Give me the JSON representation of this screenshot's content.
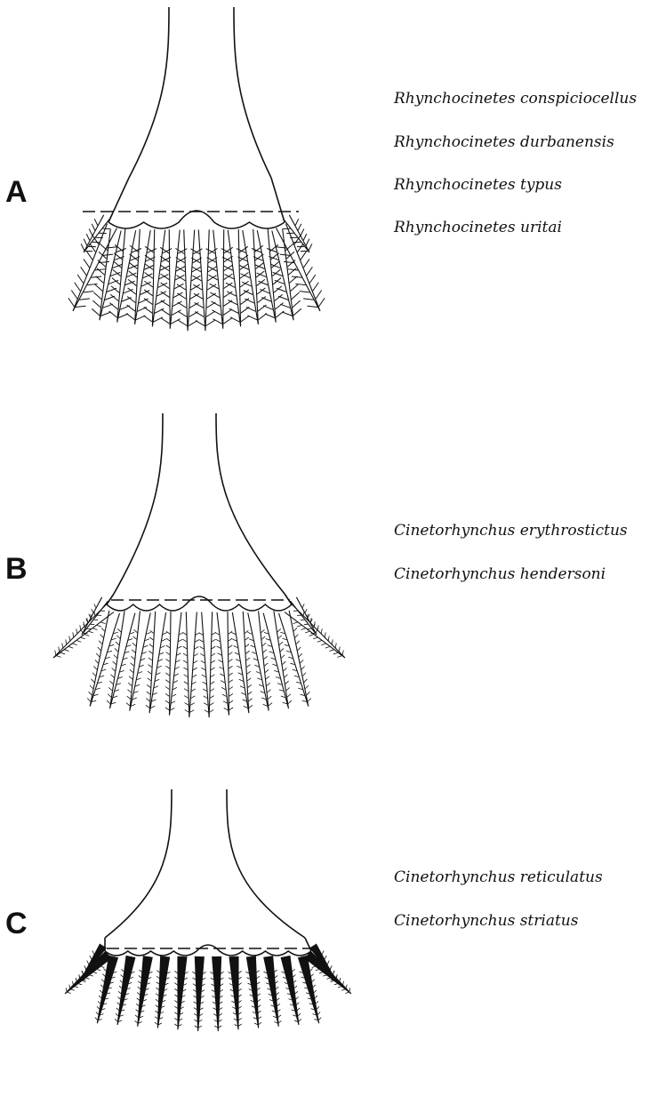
{
  "panels": [
    {
      "letter": "A",
      "species": [
        "Rhynchocinetes conspiciocellus",
        "Rhynchocinetes durbanensis",
        "Rhynchocinetes typus",
        "Rhynchocinetes uritai"
      ]
    },
    {
      "letter": "B",
      "species": [
        "Cinetorhynchus erythrostictus",
        "Cinetorhynchus hendersoni"
      ]
    },
    {
      "letter": "C",
      "species": [
        "Cinetorhynchus reticulatus",
        "Cinetorhynchus striatus"
      ]
    }
  ],
  "colors": {
    "ink": "#111111",
    "background": "#ffffff"
  }
}
